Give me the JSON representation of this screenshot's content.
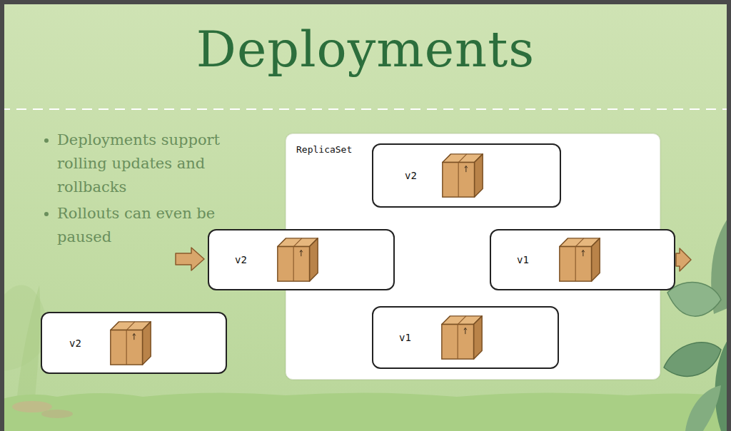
{
  "diagram": {
    "title": "Deployments",
    "nodes": [
      {
        "text": [
          "ReplicaSet"
        ]
      },
      {
        "text": [
          "v2"
        ],
        "in": 0
      },
      {
        "text": [
          "v2"
        ],
        "in": 0
      },
      {
        "text": [
          "v1"
        ],
        "in": 0
      },
      {
        "text": [
          "v1"
        ],
        "in": 0
      },
      {
        "text": [
          "v2"
        ]
      }
    ],
    "labels": [
      "Deployments support rolling updates and rollbacks",
      "Rollouts can even be paused"
    ]
  }
}
